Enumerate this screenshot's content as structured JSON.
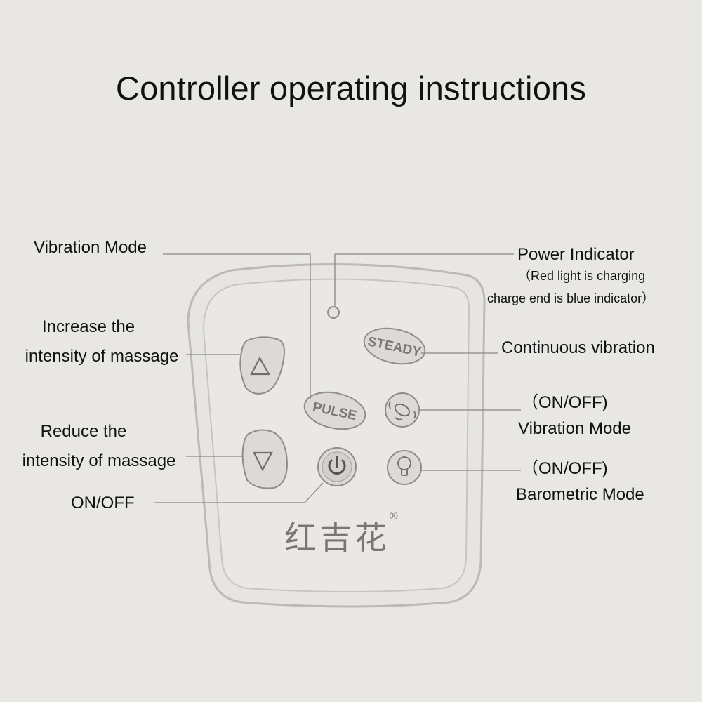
{
  "title": "Controller operating instructions",
  "labels": {
    "vibration_mode_left": "Vibration Mode",
    "increase_line1": "Increase the",
    "increase_line2": "intensity of massage",
    "reduce_line1": "Reduce the",
    "reduce_line2": "intensity of massage",
    "on_off": "ON/OFF",
    "power_indicator": "Power Indicator",
    "power_note_line1": "（Red light is charging",
    "power_note_line2": "charge end is blue indicator）",
    "continuous_vibration": "Continuous vibration",
    "vibration_toggle_line1": "（ON/OFF)",
    "vibration_toggle_line2": "Vibration Mode",
    "barometric_toggle_line1": "（ON/OFF)",
    "barometric_toggle_line2": "Barometric Mode"
  },
  "buttons": {
    "steady": "STEADY",
    "pulse": "PULSE"
  },
  "brand": {
    "name": "红吉花",
    "registered": "®"
  },
  "icons": [
    "up-triangle-icon",
    "down-triangle-icon",
    "power-icon",
    "vibration-icon",
    "barometric-icon"
  ],
  "colors": {
    "background": "#e8e7e4",
    "device_outline": "#b8b5b1",
    "button_fill": "#dddbd8",
    "text": "#111111"
  }
}
